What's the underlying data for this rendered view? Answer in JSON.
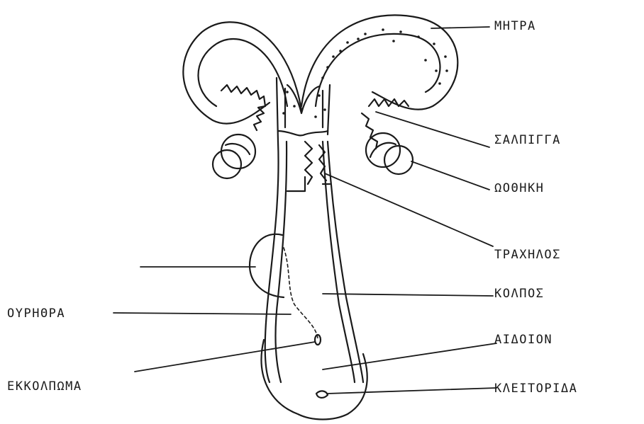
{
  "diagram": {
    "labels": {
      "uterus": "ΜΗΤΡΑ",
      "fallopian_tube": "ΣΑΛΠΙΓΓΑ",
      "ovary": "ΩΟΘΗΚΗ",
      "cervix": "ΤΡΑΧΗΛΟΣ",
      "vagina": "ΚΟΛΠΟΣ",
      "urethra": "ΟΥΡΗΘΡΑ",
      "vulva": "ΑΙΔΟΙΟΝ",
      "pouch": "ΕΚΚΟΛΠΩΜΑ",
      "clitoris": "ΚΛΕΙΤΟΡΙΔΑ"
    },
    "colors": {
      "ink": "#1a1a1a",
      "paper": "#ffffff"
    }
  }
}
